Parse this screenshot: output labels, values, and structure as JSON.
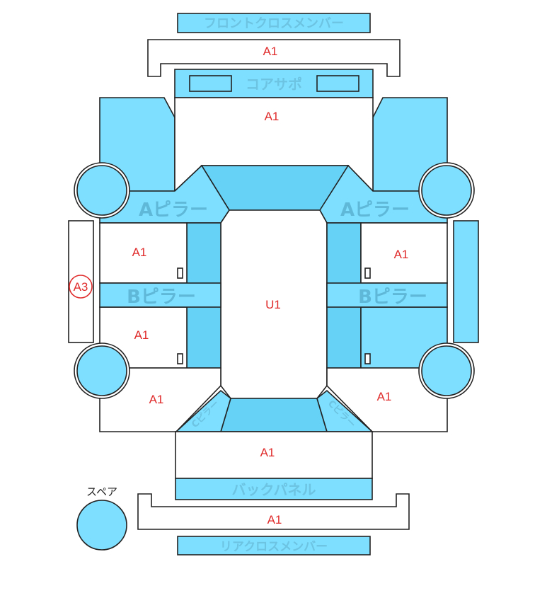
{
  "labels": {
    "front_cross_member": "フロントクロスメンバー",
    "core_support": "コアサポ",
    "a_pillar": "Aピラー",
    "b_pillar": "Bピラー",
    "c_pillar": "Cピラー",
    "back_panel": "バックパネル",
    "rear_cross_member": "リアクロスメンバー",
    "spare": "スペア"
  },
  "grades": {
    "front_member": "A1",
    "front_compartment": "A1",
    "left_front_door": "A1",
    "left_rear_door": "A1",
    "right_front_door": "A1",
    "right_rear_door": "A1",
    "cabin_roof": "U1",
    "left_rear_quarter": "A1",
    "right_rear_quarter": "A1",
    "trunk": "A1",
    "rear_member": "A1",
    "left_side_sill": "A3"
  },
  "colors": {
    "panel_blue": "#7fdfff",
    "pillar_blue": "#66d3f6",
    "grade_red": "#e02b2b",
    "outline": "#222222"
  }
}
